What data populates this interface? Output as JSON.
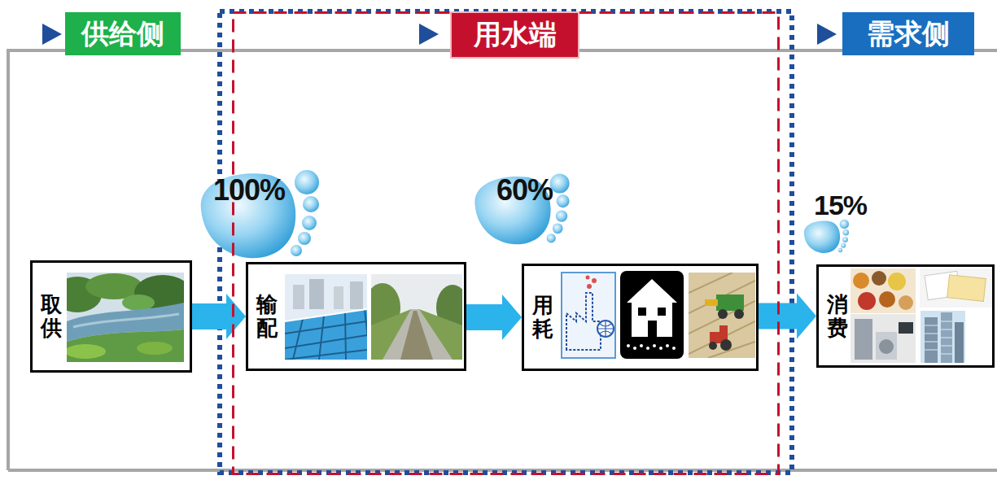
{
  "diagram": {
    "nodes": [
      {
        "text": [
          "供给侧"
        ]
      },
      {
        "text": [
          "用水端"
        ]
      },
      {
        "text": [
          "需求侧"
        ]
      },
      {
        "text": [
          "取供"
        ]
      },
      {
        "text": [
          "输配"
        ],
        "in": 1
      },
      {
        "text": [
          "用耗"
        ],
        "in": 1
      },
      {
        "text": [
          "消费"
        ]
      }
    ],
    "edges": [
      {
        "from": 3,
        "to": 4,
        "arrow": "to"
      },
      {
        "from": 4,
        "to": 5,
        "arrow": "to"
      },
      {
        "from": 5,
        "to": 6,
        "arrow": "to"
      }
    ],
    "labels": [
      "100%",
      "60%",
      "15%"
    ]
  }
}
